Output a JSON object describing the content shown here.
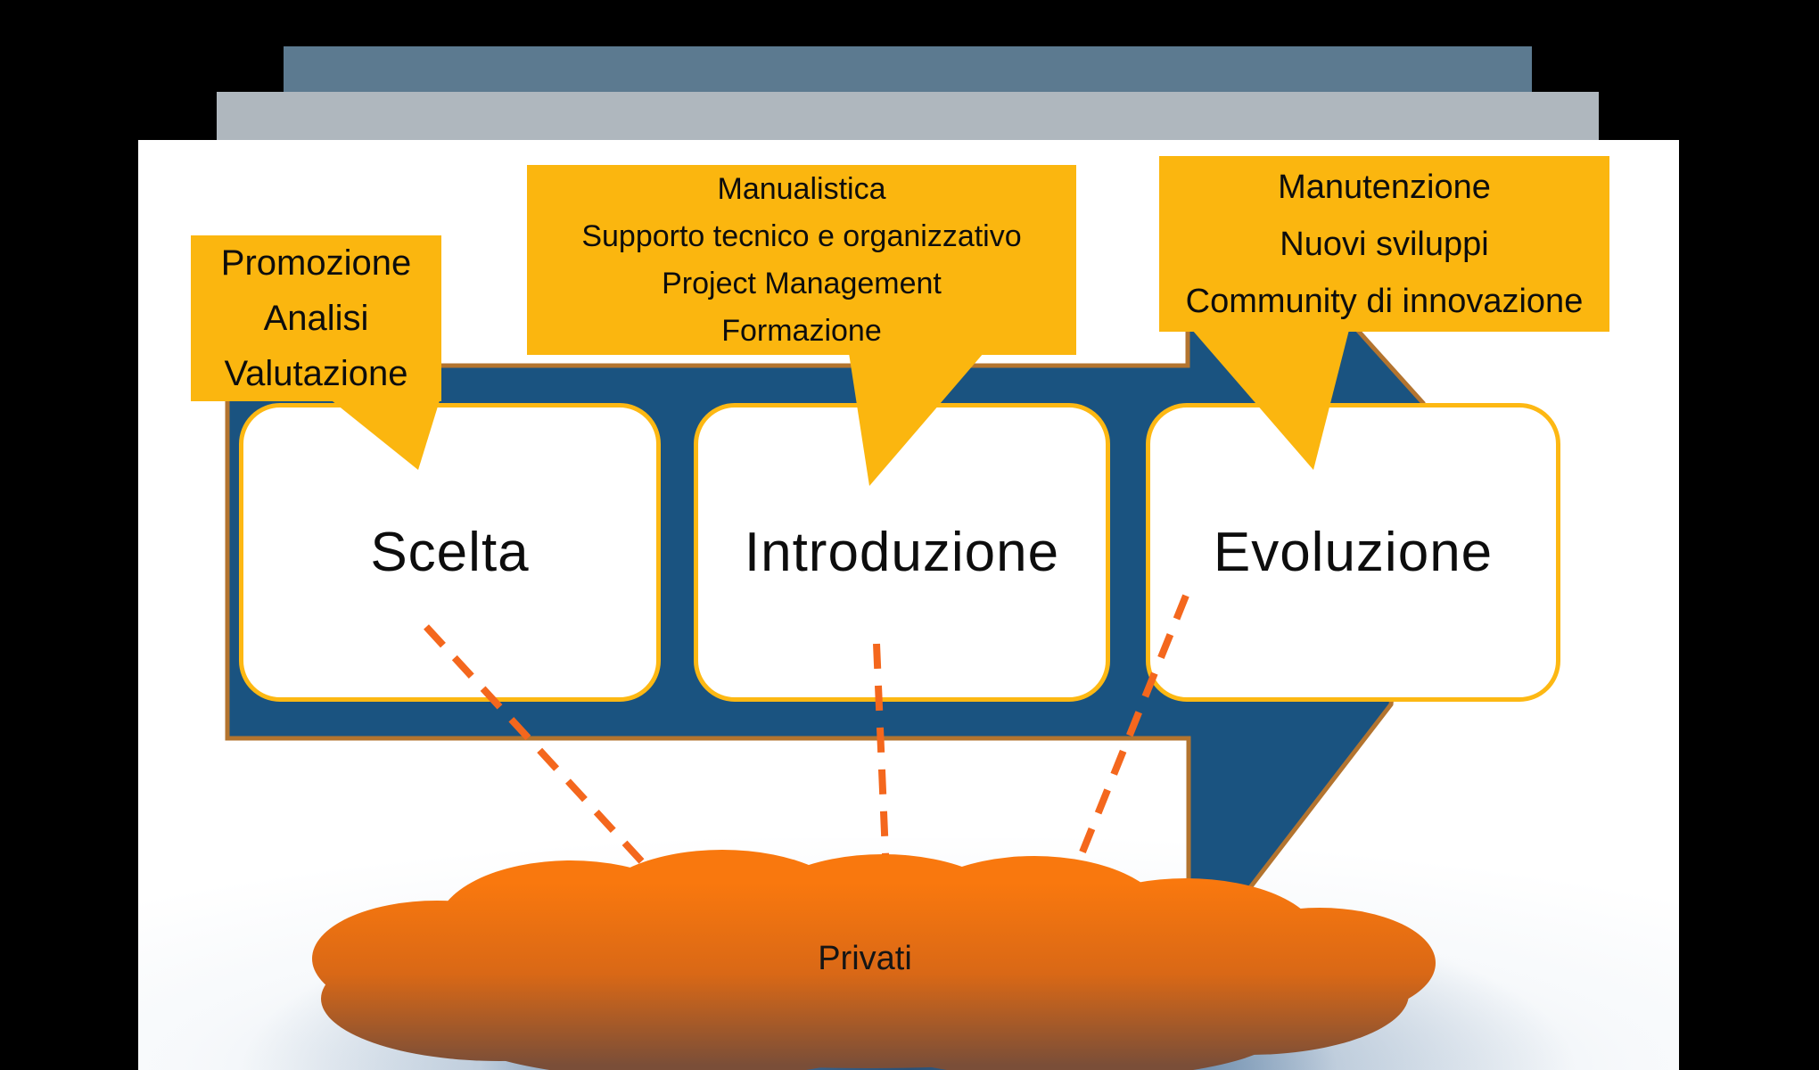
{
  "slide": {
    "type": "process-diagram-slide",
    "stacked_slide_bars": 2
  },
  "callouts": [
    {
      "target": "Scelta",
      "lines": [
        "Promozione",
        "Analisi",
        "Valutazione"
      ]
    },
    {
      "target": "Introduzione",
      "lines": [
        "Manualistica",
        "Supporto tecnico e organizzativo",
        "Project Management",
        "Formazione"
      ]
    },
    {
      "target": "Evoluzione",
      "lines": [
        "Manutenzione",
        "Nuovi sviluppi",
        "Community di innovazione"
      ]
    }
  ],
  "stages": [
    {
      "label": "Scelta"
    },
    {
      "label": "Introduzione"
    },
    {
      "label": "Evoluzione"
    }
  ],
  "cloud": {
    "label": "Privati"
  },
  "colors": {
    "background": "#000000",
    "slide": "#FFFFFF",
    "callout_yellow": "#FBB60F",
    "box_border_gold": "#FDB813",
    "arrow_blue": "#1A5380",
    "arrow_outline_tan": "#B3742F",
    "dashed_orange": "#F4671D",
    "cloud_top": "#F9780E",
    "cloud_mid": "#D96816",
    "cloud_bottom": "#7A4E38",
    "bar_dark_slate": "#5C7A90",
    "bar_light_gray": "#AFB7BE",
    "bottom_shadow_blue": "#2E5D8B",
    "text": "#111111"
  }
}
